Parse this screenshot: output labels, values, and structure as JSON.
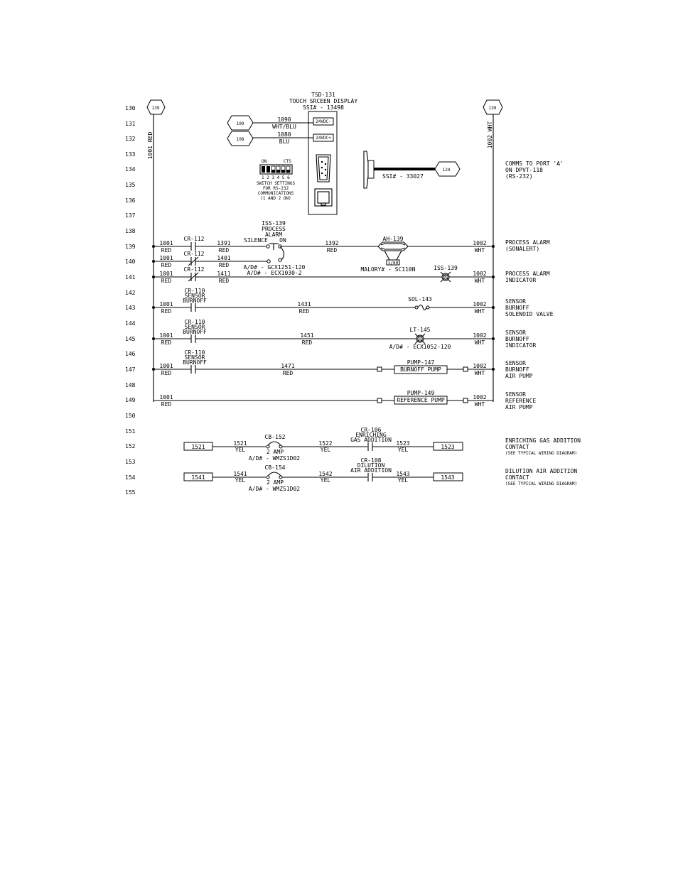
{
  "line_numbers": [
    "130",
    "131",
    "132",
    "133",
    "134",
    "135",
    "136",
    "137",
    "138",
    "139",
    "140",
    "141",
    "142",
    "143",
    "144",
    "145",
    "146",
    "147",
    "148",
    "149",
    "150",
    "151",
    "152",
    "153",
    "154",
    "155"
  ],
  "refs": {
    "top_left": "139",
    "top_right": "139",
    "in_109": "109",
    "in_108": "108",
    "comm_124": "124"
  },
  "rails": {
    "left_label": "1001 RED",
    "right_label": "1002 WHT"
  },
  "tsd": {
    "title": "TSD-131",
    "subtitle": "TOUCH SRCEEN DISPLAY",
    "ssi": "SSI# - 13498",
    "term_minus": "24VDC-",
    "term_plus": "24VDC+"
  },
  "wires_top": {
    "w1090": "1090",
    "w1090_color": "WHT/BLU",
    "w1080": "1080",
    "w1080_color": "BLU"
  },
  "dip": {
    "on": "ON",
    "cts": "CTS",
    "numbers": "1 2 3 4 5 6",
    "caption1": "SWITCH SETTINGS",
    "caption2": "FOR RS-232",
    "caption3": "COMMUNICATIONS",
    "caption4": "(1 AND 2 ON)"
  },
  "cable": {
    "label": "SSI# - 33027"
  },
  "comms_desc": {
    "l1": "COMMS TO PORT 'A'",
    "l2": "ON DPVT-118",
    "l3": "(RS-232)"
  },
  "r139": {
    "w1001": "1001",
    "red1": "RED",
    "contact": "CR-112",
    "w1391": "1391",
    "red2": "RED",
    "iss_title": "ISS-139",
    "iss_sub1": "PROCESS",
    "iss_sub2": "ALARM",
    "silence": "SILENCE",
    "on": "ON",
    "w1392": "1392",
    "red3": "RED",
    "ah": "AH-139",
    "ah_cap": "1/60",
    "w1002": "1002",
    "wht": "WHT",
    "desc1": "PROCESS ALARM",
    "desc2": "(SONALERT)"
  },
  "r140": {
    "w1001": "1001",
    "red1": "RED",
    "contact": "CR-112",
    "w1401": "1401",
    "red2": "RED",
    "ad1": "A/D# - GCX1251-120",
    "malory": "MALORY# - SC110N"
  },
  "r141": {
    "w1001": "1001",
    "red1": "RED",
    "contact": "CR-112",
    "w1411": "1411",
    "red2": "RED",
    "ad2": "A/D# - ECX1030-2",
    "iss": "ISS-139",
    "lamp": "R",
    "w1002": "1002",
    "wht": "WHT",
    "desc1": "PROCESS ALARM",
    "desc2": "INDICATOR"
  },
  "r143": {
    "c1": "CR-110",
    "c2": "SENSOR",
    "c3": "BURNOFF",
    "w1001": "1001",
    "red1": "RED",
    "w1431": "1431",
    "red2": "RED",
    "sol": "SOL-143",
    "w1002": "1002",
    "wht": "WHT",
    "desc1": "SENSOR",
    "desc2": "BURNOFF",
    "desc3": "SOLENOID VALVE"
  },
  "r145": {
    "c1": "CR-110",
    "c2": "SENSOR",
    "c3": "BURNOFF",
    "w1001": "1001",
    "red1": "RED",
    "w1451": "1451",
    "red2": "RED",
    "lt": "LT-145",
    "lamp": "G",
    "ad": "A/D# - ECX1052-120",
    "w1002": "1002",
    "wht": "WHT",
    "desc1": "SENSOR",
    "desc2": "BURNOFF",
    "desc3": "INDICATOR"
  },
  "r147": {
    "c1": "CR-110",
    "c2": "SENSOR",
    "c3": "BURNOFF",
    "w1001": "1001",
    "red1": "RED",
    "w1471": "1471",
    "red2": "RED",
    "pump": "PUMP-147",
    "pump_name": "BURNOFF PUMP",
    "w1002": "1002",
    "wht": "WHT",
    "desc1": "SENSOR",
    "desc2": "BURNOFF",
    "desc3": "AIR PUMP"
  },
  "r149": {
    "w1001": "1001",
    "red1": "RED",
    "pump": "PUMP-149",
    "pump_name": "REFERENCE PUMP",
    "w1002": "1002",
    "wht": "WHT",
    "desc1": "SENSOR",
    "desc2": "REFERENCE",
    "desc3": "AIR PUMP"
  },
  "r152": {
    "box_l": "1521",
    "w1521": "1521",
    "yel1": "YEL",
    "cb": "CB-152",
    "amp": "2 AMP",
    "ad": "A/D# - WMZS1D02",
    "w1522": "1522",
    "yel2": "YEL",
    "cr1": "CR-106",
    "cr2": "ENRICHING",
    "cr3": "GAS ADDITION",
    "w1523": "1523",
    "yel3": "YEL",
    "box_r": "1523",
    "desc1": "ENRICHING GAS ADDITION",
    "desc2": "CONTACT",
    "desc3": "(SEE TYPICAL WIRING DIAGRAM)"
  },
  "r154": {
    "box_l": "1541",
    "w1541": "1541",
    "yel1": "YEL",
    "cb": "CB-154",
    "amp": "2 AMP",
    "ad": "A/D# - WMZS1D02",
    "w1542": "1542",
    "yel2": "YEL",
    "cr1": "CR-108",
    "cr2": "DILUTION",
    "cr3": "AIR ADDITION",
    "w1543": "1543",
    "yel3": "YEL",
    "box_r": "1543",
    "desc1": "DILUTION AIR ADDITION",
    "desc2": "CONTACT",
    "desc3": "(SEE TYPICAL WIRING DIAGRAM)"
  }
}
